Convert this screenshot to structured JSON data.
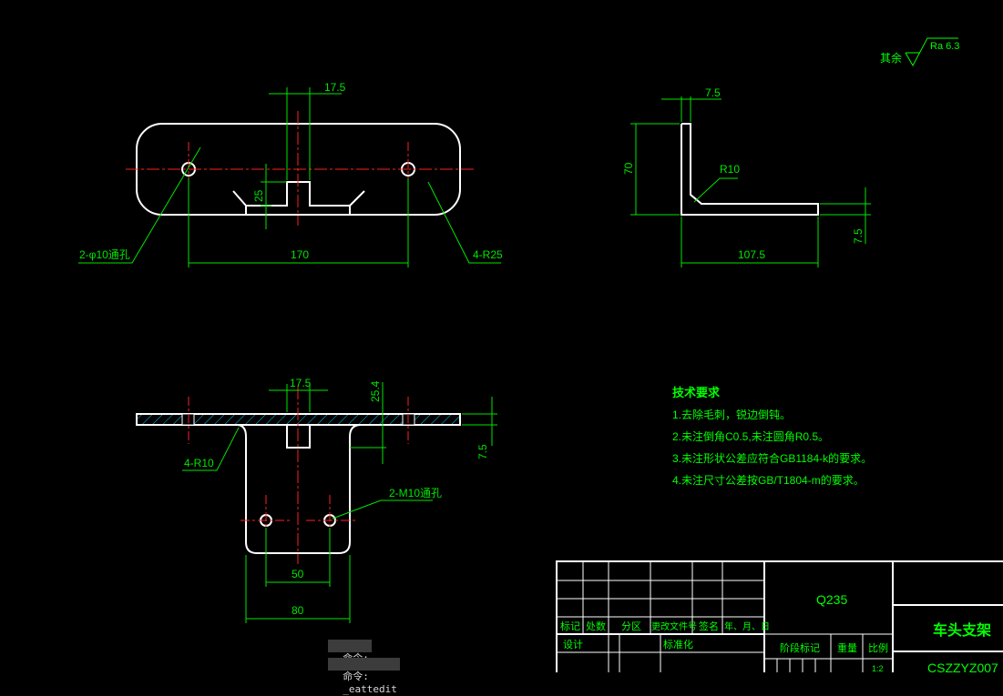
{
  "drawing": {
    "surface_roughness": {
      "label": "其余",
      "value": "Ra 6.3"
    },
    "top_view": {
      "dims": [
        "17.5",
        "25",
        "170"
      ],
      "callouts": [
        "2-φ10通孔",
        "4-R25"
      ]
    },
    "side_view": {
      "dims": [
        "7.5",
        "70",
        "R10",
        "7.5",
        "107.5"
      ]
    },
    "front_view": {
      "dims": [
        "17.5",
        "25.4",
        "7.5",
        "50",
        "80"
      ],
      "callouts": [
        "4-R10",
        "2-M10通孔"
      ]
    },
    "tech_requirements": {
      "title": "技术要求",
      "items": [
        "1.去除毛刺，锐边倒钝。",
        "2.未注倒角C0.5,未注圆角R0.5。",
        "3.未注形状公差应符合GB1184-k的要求。",
        "4.未注尺寸公差按GB/T1804-m的要求。"
      ]
    },
    "title_block": {
      "material": "Q235",
      "part_name": "车头支架",
      "drawing_number": "CSZZYZ007",
      "headers": [
        "标记",
        "处数",
        "分区",
        "更改文件号",
        "签名",
        "年、月、日"
      ],
      "design_label": "设计",
      "standard_label": "标准化",
      "stage_label": "阶段标记",
      "weight_label": "重量",
      "scale_label": "比例",
      "scale_value": "1:2"
    }
  },
  "command_line": {
    "prompt_1": "命令:",
    "prompt_2": "命令:",
    "command": "_eattedit"
  },
  "colors": {
    "background": "#000000",
    "geometry": "#ffffff",
    "dimension": "#00e600",
    "centerline": "#ff2020",
    "hatch": "#00c8ff",
    "title_text": "#00ff00"
  }
}
